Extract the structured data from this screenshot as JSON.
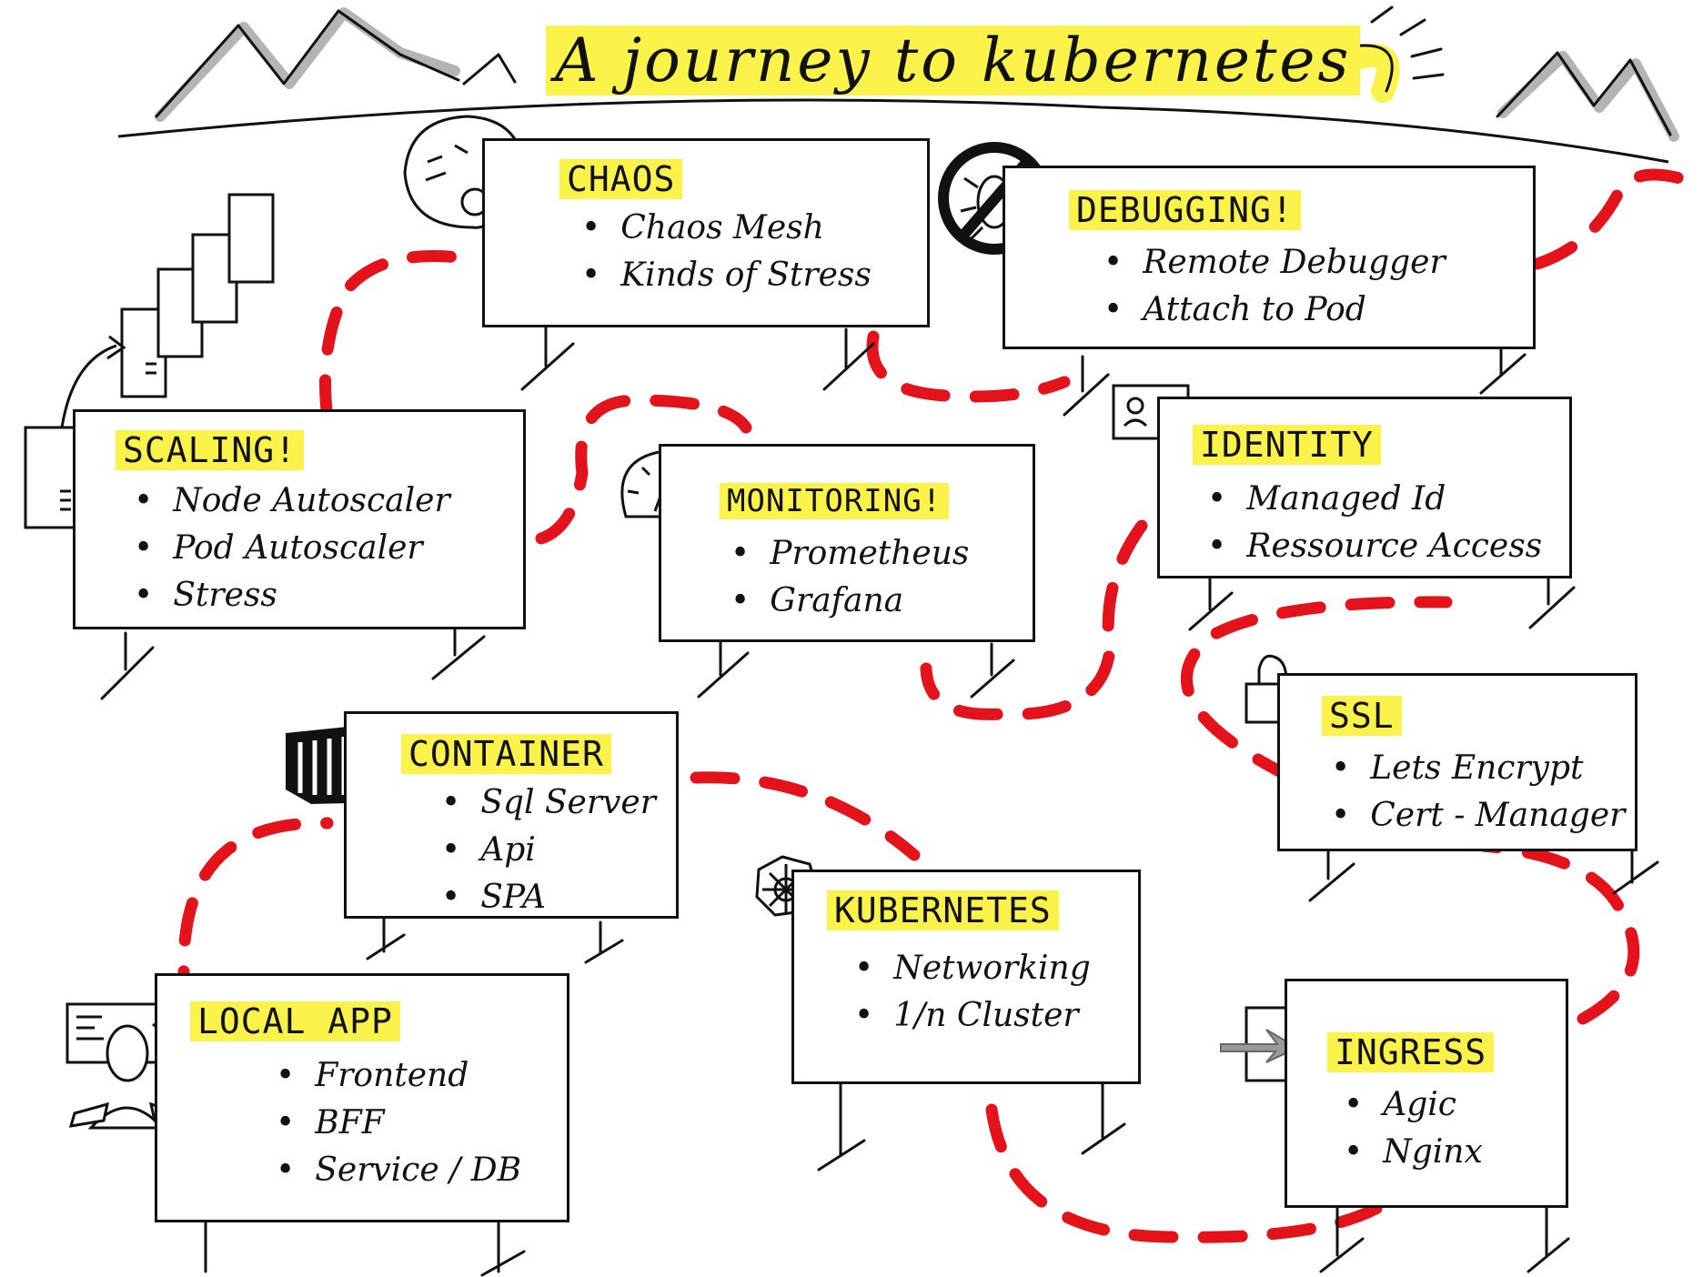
{
  "title": "A journey to kubernetes",
  "colors": {
    "highlight": "#fbf34a",
    "path": "#e3121b",
    "ink": "#111111",
    "shade": "#b4b4b4"
  },
  "stations": {
    "chaos": {
      "title": "CHAOS",
      "items": [
        "Chaos Mesh",
        "Kinds of Stress"
      ],
      "icon": "scream-speech-bubble-icon"
    },
    "debugging": {
      "title": "DEBUGGING!",
      "items": [
        "Remote Debugger",
        "Attach to Pod"
      ],
      "icon": "no-bug-icon"
    },
    "scaling": {
      "title": "SCALING!",
      "items": [
        "Node Autoscaler",
        "Pod Autoscaler",
        "Stress"
      ],
      "icon": "servers-icon"
    },
    "monitoring": {
      "title": "MONITORING!",
      "items": [
        "Prometheus",
        "Grafana"
      ],
      "icon": "gauge-icon"
    },
    "identity": {
      "title": "IDENTITY",
      "items": [
        "Managed Id",
        "Ressource Access"
      ],
      "icon": "id-card-icon"
    },
    "ssl": {
      "title": "SSL",
      "items": [
        "Lets Encrypt",
        "Cert - Manager"
      ],
      "icon": "padlock-icon"
    },
    "container": {
      "title": "CONTAINER",
      "items": [
        "Sql Server",
        "Api",
        "SPA"
      ],
      "icon": "shipping-container-icon"
    },
    "kubernetes": {
      "title": "KUBERNETES",
      "items": [
        "Networking",
        "1/n Cluster"
      ],
      "icon": "helm-wheel-icon"
    },
    "local_app": {
      "title": "LOCAL APP",
      "items": [
        "Frontend",
        "BFF",
        "Service / DB"
      ],
      "icon": "developer-at-desk-icon"
    },
    "ingress": {
      "title": "INGRESS",
      "items": [
        "Agic",
        "Nginx"
      ],
      "icon": "entry-arrow-icon"
    }
  }
}
